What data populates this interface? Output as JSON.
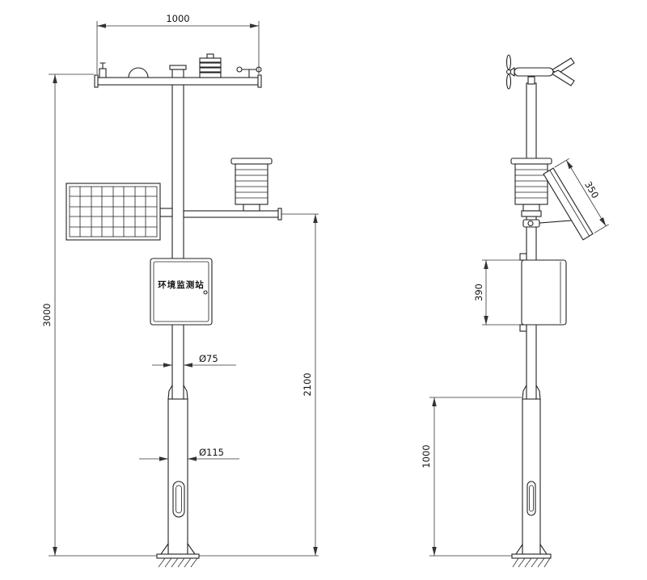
{
  "colors": {
    "background": "#ffffff",
    "line": "#222222",
    "dim_line": "#333333"
  },
  "front_view": {
    "cabinet_label": "环境监测站",
    "dim_crossarm_width": "1000",
    "dim_total_height": "3000",
    "dim_arm_height": "2100",
    "dim_pole_diameter": "Ø75",
    "dim_base_diameter": "Ø115"
  },
  "side_view": {
    "dim_panel_length": "350",
    "dim_cabinet_height": "390",
    "dim_base_height": "1000"
  }
}
